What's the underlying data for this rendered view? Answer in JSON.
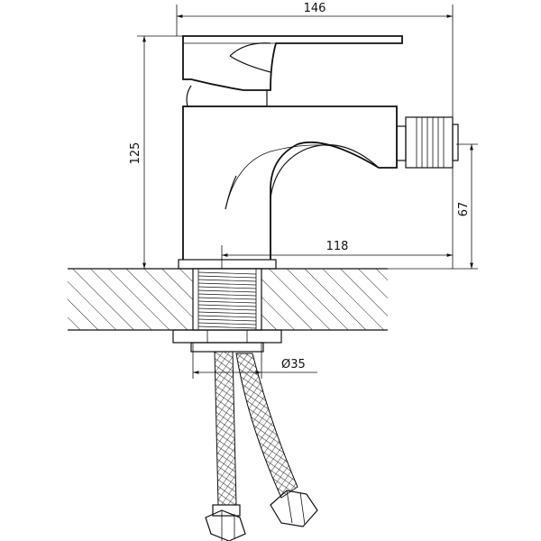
{
  "dimensions": {
    "overall_width": "146",
    "overall_height": "125",
    "spout_reach": "118",
    "spout_height": "67",
    "hole_diameter": "Ø35"
  }
}
